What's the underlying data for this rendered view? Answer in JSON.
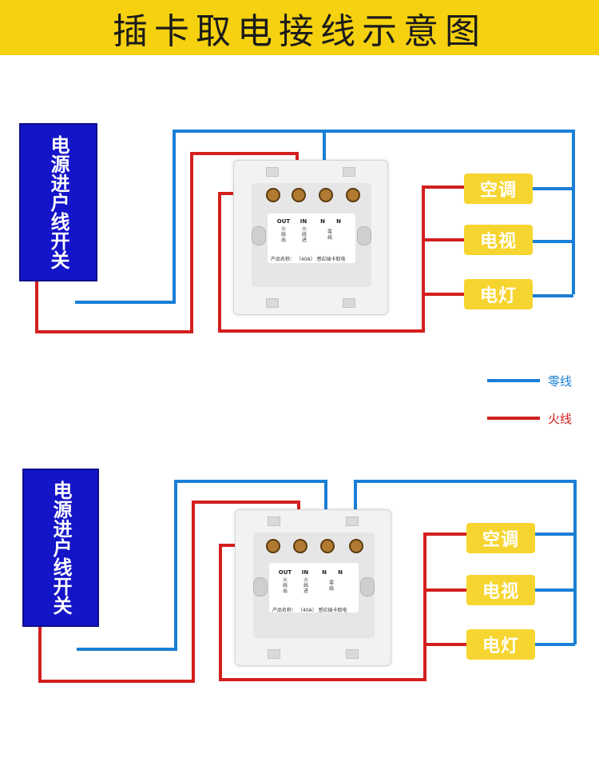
{
  "title": "插卡取电接线示意图",
  "colors": {
    "banner": "#f5d10f",
    "neutral_wire": "#1a7fd6",
    "live_wire": "#d31f1f",
    "power_box": "#1414c8",
    "appliance": "#f7d530"
  },
  "power_box_label": "电源进户线开关",
  "switch": {
    "terminal_labels": [
      "OUT",
      "IN",
      "N",
      "N"
    ],
    "terminal_sublabels": [
      "火线出",
      "火线进",
      "零线",
      ""
    ],
    "product_line": "产品名称： （40A） 感应插卡取电"
  },
  "appliances": [
    "空调",
    "电视",
    "电灯"
  ],
  "legend": {
    "neutral_label": "零线",
    "live_label": "火线"
  }
}
